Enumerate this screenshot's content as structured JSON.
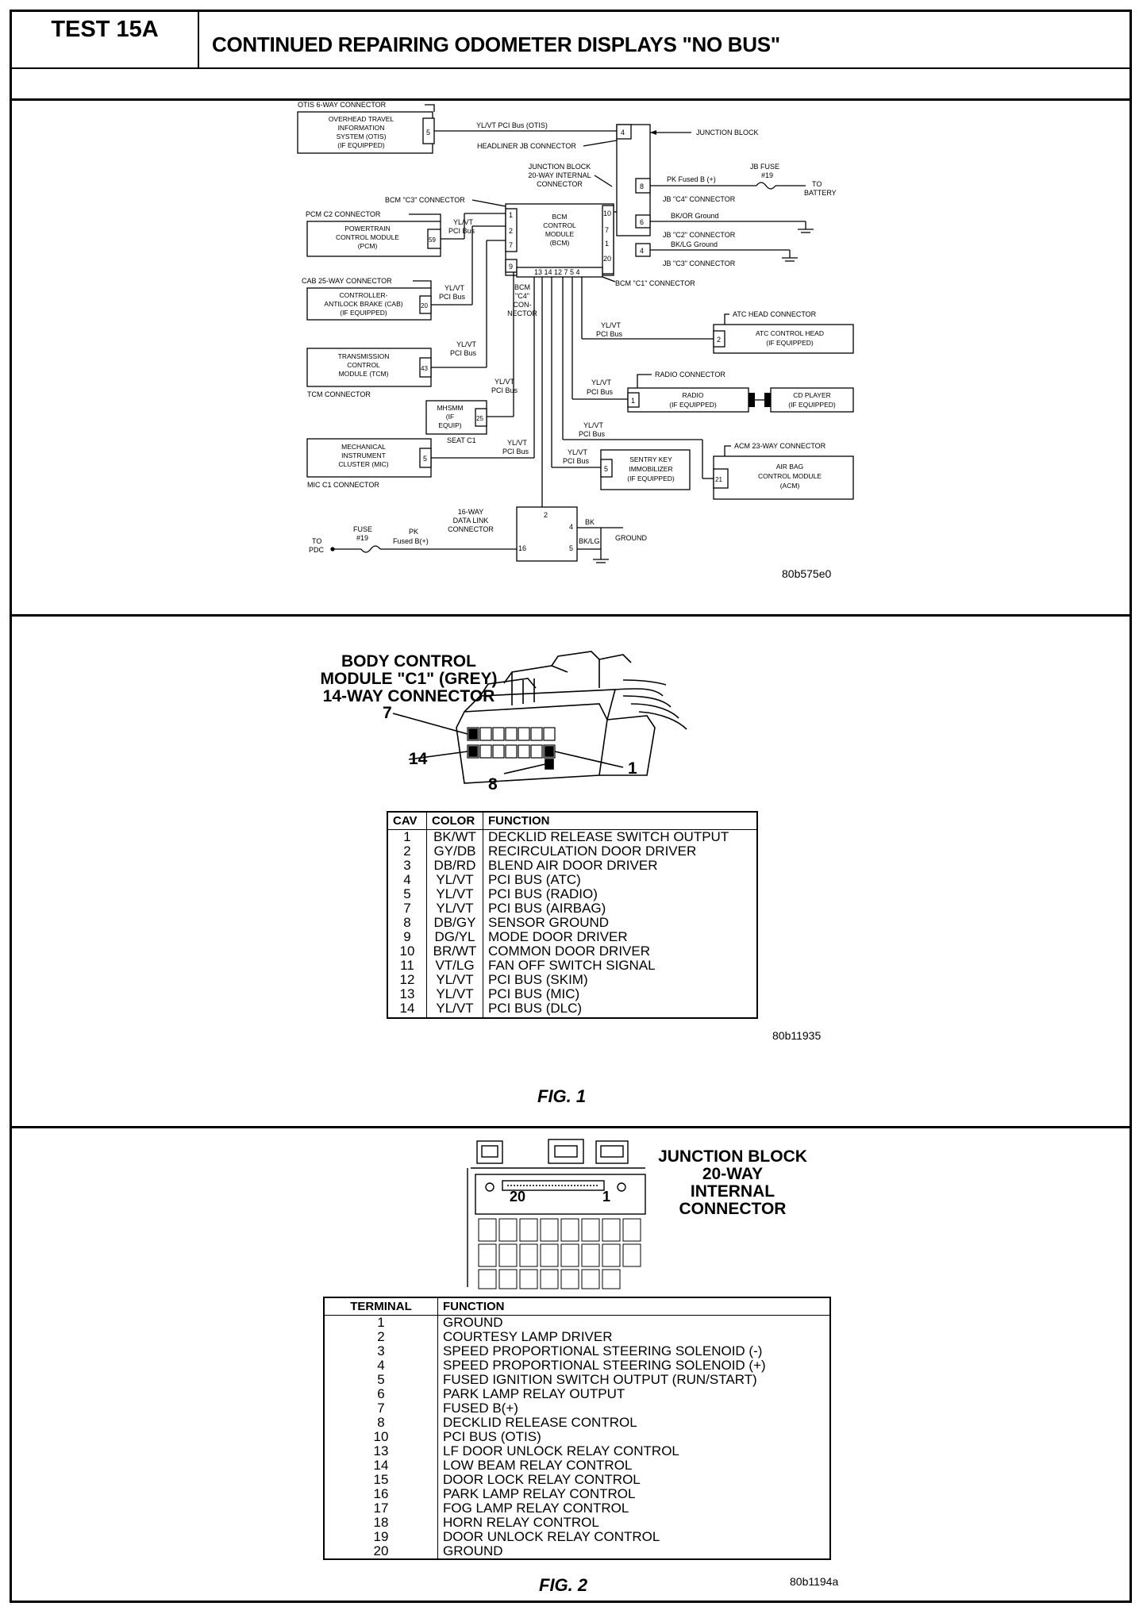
{
  "header": {
    "test_id": "TEST 15A",
    "title": "CONTINUED REPAIRING ODOMETER DISPLAYS \"NO BUS\""
  },
  "wiring": {
    "otis_conn": "OTIS 6-WAY CONNECTOR",
    "otis": [
      "OVERHEAD TRAVEL",
      "INFORMATION",
      "SYSTEM (OTIS)",
      "(IF EQUIPPED)"
    ],
    "otis_pin": "5",
    "otis_wire": "YL/VT PCI Bus (OTIS)",
    "headliner": "HEADLINER JB CONNECTOR",
    "jb_pin4": "4",
    "junction_block": "JUNCTION BLOCK",
    "jb20": [
      "JUNCTION BLOCK",
      "20-WAY INTERNAL",
      "CONNECTOR"
    ],
    "bcm_c3": "BCM \"C3\" CONNECTOR",
    "pcm_conn": "PCM C2 CONNECTOR",
    "pcm": [
      "POWERTRAIN",
      "CONTROL MODULE",
      "(PCM)"
    ],
    "pcm_pin": "59",
    "yl_vt": "YL/VT",
    "pci_bus": "PCI Bus",
    "bcm": [
      "BCM",
      "CONTROL",
      "MODULE",
      "(BCM)"
    ],
    "bcm_left_pins": [
      "1",
      "2",
      "7"
    ],
    "bcm_pin9": "9",
    "bcm_right_pins": [
      "10",
      "7",
      "1",
      "20"
    ],
    "bcm_bottom_pins": "13 14  12 7 5 4",
    "jb_right_pins": [
      "8",
      "6",
      "4"
    ],
    "pk_fused": "PK Fused B (+)",
    "jb_fuse": [
      "JB FUSE",
      "#19"
    ],
    "to_battery": [
      "TO",
      "BATTERY"
    ],
    "jb_c4": "JB \"C4\" CONNECTOR",
    "bkor_ground": "BK/OR Ground",
    "jb_c2": "JB \"C2\" CONNECTOR",
    "bklg_ground": "BK/LG Ground",
    "jb_c3": "JB \"C3\" CONNECTOR",
    "bcm_c1": "BCM \"C1\" CONNECTOR",
    "cab_conn": "CAB 25-WAY CONNECTOR",
    "cab": [
      "CONTROLLER-",
      "ANTILOCK BRAKE (CAB)",
      "(IF EQUIPPED)"
    ],
    "cab_pin": "20",
    "bcm_c4": [
      "BCM",
      "\"C4\"",
      "CON-",
      "NECTOR"
    ],
    "atc_conn": "ATC HEAD CONNECTOR",
    "atc": [
      "ATC CONTROL HEAD",
      "(IF EQUIPPED)"
    ],
    "atc_pin": "2",
    "tcm": [
      "TRANSMISSION",
      "CONTROL",
      "MODULE (TCM)"
    ],
    "tcm_pin": "43",
    "tcm_conn": "TCM CONNECTOR",
    "radio_conn": "RADIO CONNECTOR",
    "radio": [
      "RADIO",
      "(IF EQUIPPED)"
    ],
    "radio_pin": "1",
    "cd": [
      "CD PLAYER",
      "(IF EQUIPPED)"
    ],
    "mhsmm": [
      "MHSMM",
      "(IF",
      "EQUIP)"
    ],
    "mhsmm_pin": "25",
    "seat_c1": "SEAT C1",
    "mic": [
      "MECHANICAL",
      "INSTRUMENT",
      "CLUSTER (MIC)"
    ],
    "mic_pin": "5",
    "mic_conn": "MIC C1 CONNECTOR",
    "skim": [
      "SENTRY KEY",
      "IMMOBILIZER",
      "(IF EQUIPPED)"
    ],
    "skim_pin": "5",
    "acm_conn": "ACM 23-WAY CONNECTOR",
    "acm": [
      "AIR BAG",
      "CONTROL MODULE",
      "(ACM)"
    ],
    "acm_pin": "21",
    "dlc": [
      "16-WAY",
      "DATA LINK",
      "CONNECTOR"
    ],
    "dlc_pins": [
      "2",
      "4",
      "16",
      "5"
    ],
    "fuse19": [
      "FUSE",
      "#19"
    ],
    "pk": "PK",
    "fused_b": "Fused B(+)",
    "to_pdc": [
      "TO",
      "PDC"
    ],
    "bk": "BK",
    "bklg": "BK/LG",
    "ground": "GROUND",
    "code": "80b575e0"
  },
  "fig1": {
    "title": [
      "BODY CONTROL",
      "MODULE \"C1\" (GREY)",
      "14-WAY CONNECTOR"
    ],
    "callouts": [
      "7",
      "14",
      "8",
      "1"
    ],
    "columns": [
      "CAV",
      "COLOR",
      "FUNCTION"
    ],
    "rows": [
      [
        "1",
        "BK/WT",
        "DECKLID RELEASE SWITCH OUTPUT"
      ],
      [
        "2",
        "GY/DB",
        "RECIRCULATION DOOR DRIVER"
      ],
      [
        "3",
        "DB/RD",
        "BLEND AIR DOOR DRIVER"
      ],
      [
        "4",
        "YL/VT",
        "PCI BUS (ATC)"
      ],
      [
        "5",
        "YL/VT",
        "PCI BUS (RADIO)"
      ],
      [
        "7",
        "YL/VT",
        "PCI BUS (AIRBAG)"
      ],
      [
        "8",
        "DB/GY",
        "SENSOR GROUND"
      ],
      [
        "9",
        "DG/YL",
        "MODE DOOR DRIVER"
      ],
      [
        "10",
        "BR/WT",
        "COMMON DOOR DRIVER"
      ],
      [
        "11",
        "VT/LG",
        "FAN OFF SWITCH SIGNAL"
      ],
      [
        "12",
        "YL/VT",
        "PCI BUS (SKIM)"
      ],
      [
        "13",
        "YL/VT",
        "PCI BUS (MIC)"
      ],
      [
        "14",
        "YL/VT",
        "PCI BUS (DLC)"
      ]
    ],
    "code": "80b11935",
    "caption": "FIG. 1"
  },
  "fig2": {
    "title": [
      "JUNCTION BLOCK",
      "20-WAY",
      "INTERNAL",
      "CONNECTOR"
    ],
    "pin_labels": [
      "20",
      "1"
    ],
    "columns": [
      "TERMINAL",
      "FUNCTION"
    ],
    "rows": [
      [
        "1",
        "GROUND"
      ],
      [
        "2",
        "COURTESY LAMP DRIVER"
      ],
      [
        "3",
        "SPEED PROPORTIONAL STEERING SOLENOID (-)"
      ],
      [
        "4",
        "SPEED PROPORTIONAL STEERING SOLENOID (+)"
      ],
      [
        "5",
        "FUSED IGNITION SWITCH OUTPUT (RUN/START)"
      ],
      [
        "6",
        "PARK LAMP RELAY OUTPUT"
      ],
      [
        "7",
        "FUSED B(+)"
      ],
      [
        "8",
        "DECKLID RELEASE CONTROL"
      ],
      [
        "10",
        "PCI BUS (OTIS)"
      ],
      [
        "13",
        "LF DOOR UNLOCK RELAY CONTROL"
      ],
      [
        "14",
        "LOW BEAM RELAY CONTROL"
      ],
      [
        "15",
        "DOOR LOCK RELAY CONTROL"
      ],
      [
        "16",
        "PARK LAMP RELAY CONTROL"
      ],
      [
        "17",
        "FOG LAMP RELAY CONTROL"
      ],
      [
        "18",
        "HORN RELAY CONTROL"
      ],
      [
        "19",
        "DOOR UNLOCK RELAY CONTROL"
      ],
      [
        "20",
        "GROUND"
      ]
    ],
    "code": "80b1194a",
    "caption": "FIG. 2"
  }
}
